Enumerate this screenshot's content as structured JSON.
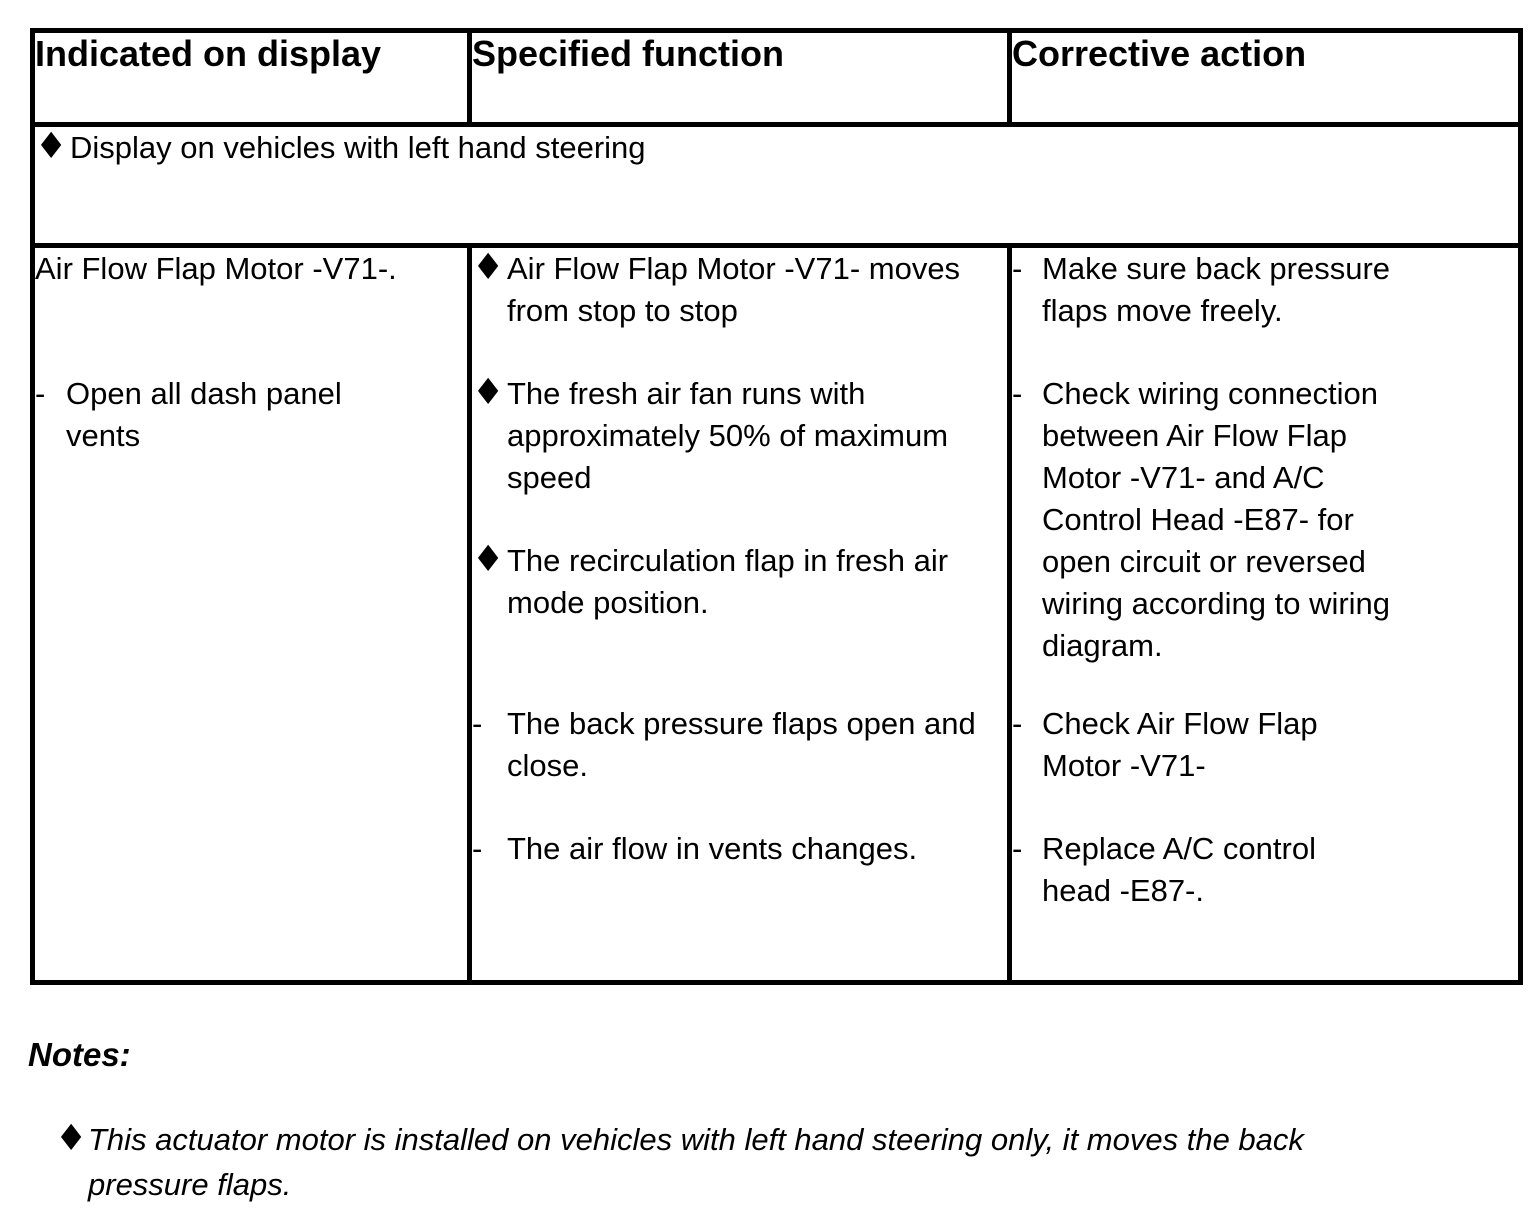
{
  "icons": {
    "diamond": "♦",
    "dash": "-"
  },
  "colors": {
    "background": "#ffffff",
    "text": "#000000",
    "border": "#000000"
  },
  "table": {
    "headers": [
      "Indicated on display",
      "Specified function",
      "Corrective action"
    ],
    "banner_items": [
      {
        "marker": "diamond",
        "text": "Display on vehicles with left hand steering"
      }
    ],
    "body_row": {
      "indicated_on_display": [
        {
          "marker": "none",
          "text": "Air Flow Flap Motor -V71-."
        },
        {
          "marker": "dash",
          "text": "Open all dash panel\nvents"
        }
      ],
      "specified_function": [
        {
          "marker": "diamond",
          "text": "Air Flow Flap Motor -V71- moves\nfrom stop to stop"
        },
        {
          "marker": "diamond",
          "text": "The fresh air fan runs with\napproximately 50% of maximum\nspeed"
        },
        {
          "marker": "diamond",
          "text": "The recirculation flap in fresh air\nmode position."
        },
        {
          "marker": "dash",
          "text": "The back pressure flaps open and\nclose."
        },
        {
          "marker": "dash",
          "text": "The air flow in vents changes."
        }
      ],
      "corrective_action": [
        {
          "marker": "dash",
          "text": "Make sure back pressure\nflaps move freely."
        },
        {
          "marker": "dash",
          "text": "Check wiring connection\nbetween Air Flow Flap\nMotor -V71- and A/C\nControl Head -E87- for\nopen circuit or reversed\nwiring according to wiring\ndiagram."
        },
        {
          "marker": "dash",
          "text": "Check Air Flow Flap\nMotor -V71-"
        },
        {
          "marker": "dash",
          "text": "Replace A/C control\nhead -E87-."
        }
      ]
    }
  },
  "notes": {
    "title": "Notes:",
    "items": [
      {
        "marker": "diamond",
        "text": "This actuator motor is installed on vehicles with left hand steering only, it moves the back\npressure flaps."
      }
    ]
  }
}
